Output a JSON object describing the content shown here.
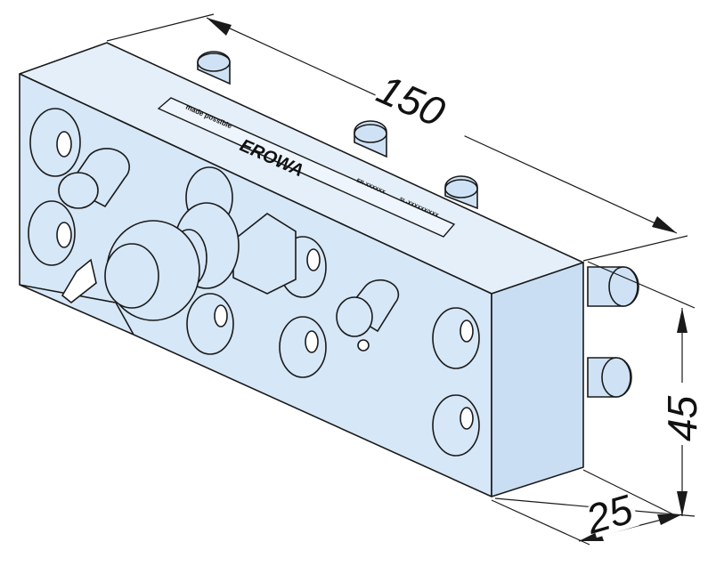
{
  "dimensions": {
    "length": "150",
    "height": "45",
    "width": "25"
  },
  "nameplate": {
    "brand": "EROWA",
    "line_top": "made possible",
    "code_left": "ER-XXXXXX",
    "code_right": "SL-XXXXXX/XXX"
  },
  "colors": {
    "body_front": "#d6e7f7",
    "body_top": "#e4eff9",
    "body_side": "#c9def2",
    "outline": "#1a1a1a"
  }
}
